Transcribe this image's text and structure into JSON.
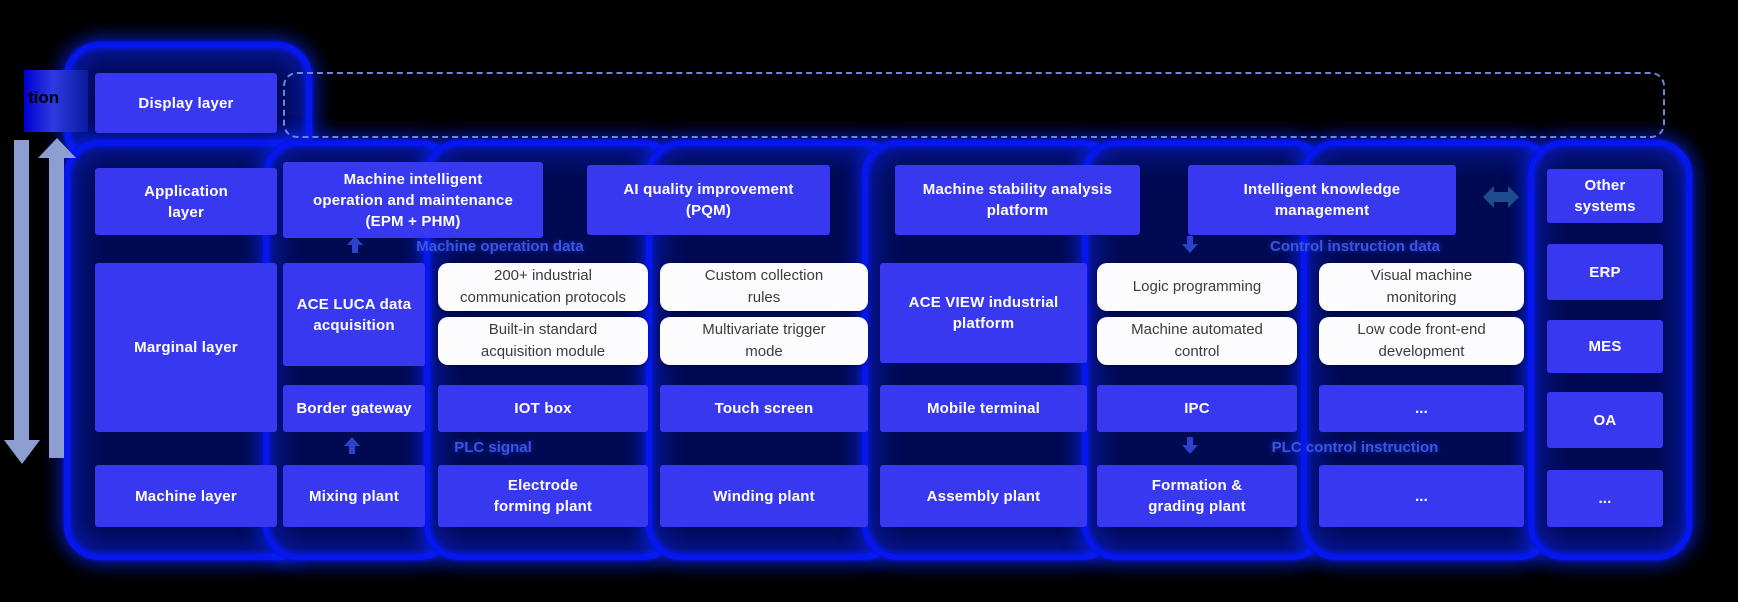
{
  "colors": {
    "background": "#000000",
    "glow_blue": "#0617ee",
    "box_blue": "#3838f0",
    "box_text": "#ffffff",
    "white_box": "#fcfcfe",
    "white_box_text": "#3c3c3c",
    "flow_label_blue": "#3d54de",
    "side_arrow_gray_blue": "#8d9ed1",
    "double_arrow_blue": "#1d4d8f",
    "dashed_border": "#6d85e0"
  },
  "left_edge": {
    "fragment": "tion"
  },
  "layers": {
    "display": {
      "label": "Display layer"
    },
    "application": {
      "lines": [
        "Application",
        "layer"
      ]
    },
    "marginal": {
      "label": "Marginal layer"
    },
    "machine": {
      "label": "Machine layer"
    }
  },
  "app_row": [
    {
      "lines": [
        "Machine intelligent",
        "operation and maintenance",
        "(EPM + PHM)"
      ]
    },
    {
      "lines": [
        "AI quality improvement",
        "(PQM)"
      ]
    },
    {
      "lines": [
        "Machine stability analysis",
        "platform"
      ]
    },
    {
      "lines": [
        "Intelligent knowledge",
        "management"
      ]
    }
  ],
  "marginal_row": {
    "ace_luca": {
      "lines": [
        "ACE LUCA data",
        "acquisition"
      ]
    },
    "ace_view": {
      "lines": [
        "ACE VIEW industrial",
        "platform"
      ]
    },
    "capabilities": [
      {
        "lines": [
          "200+ industrial",
          "communication protocols"
        ]
      },
      {
        "lines": [
          "Built-in standard",
          "acquisition module"
        ]
      },
      {
        "lines": [
          "Custom collection",
          "rules"
        ]
      },
      {
        "lines": [
          "Multivariate trigger",
          "mode"
        ]
      },
      {
        "lines": [
          "Logic programming"
        ]
      },
      {
        "lines": [
          "Machine automated",
          "control"
        ]
      },
      {
        "lines": [
          "Visual machine",
          "monitoring"
        ]
      },
      {
        "lines": [
          "Low code front-end",
          "development"
        ]
      }
    ]
  },
  "device_row": [
    {
      "label": "Border gateway"
    },
    {
      "label": "IOT box"
    },
    {
      "label": "Touch screen"
    },
    {
      "label": "Mobile terminal"
    },
    {
      "label": "IPC"
    },
    {
      "label": "..."
    }
  ],
  "machine_row": [
    {
      "label": "Mixing plant"
    },
    {
      "lines": [
        "Electrode",
        "forming plant"
      ]
    },
    {
      "label": "Winding plant"
    },
    {
      "label": "Assembly plant"
    },
    {
      "lines": [
        "Formation &",
        "grading plant"
      ]
    },
    {
      "label": "..."
    }
  ],
  "right_column": {
    "other_systems": {
      "lines": [
        "Other",
        "systems"
      ]
    },
    "systems": [
      {
        "label": "ERP"
      },
      {
        "label": "MES"
      },
      {
        "label": "OA"
      },
      {
        "label": "..."
      }
    ]
  },
  "flow_labels": {
    "machine_operation_data": "Machine operation data",
    "control_instruction_data": "Control instruction data",
    "plc_signal": "PLC signal",
    "plc_control_instruction": "PLC control instruction"
  }
}
